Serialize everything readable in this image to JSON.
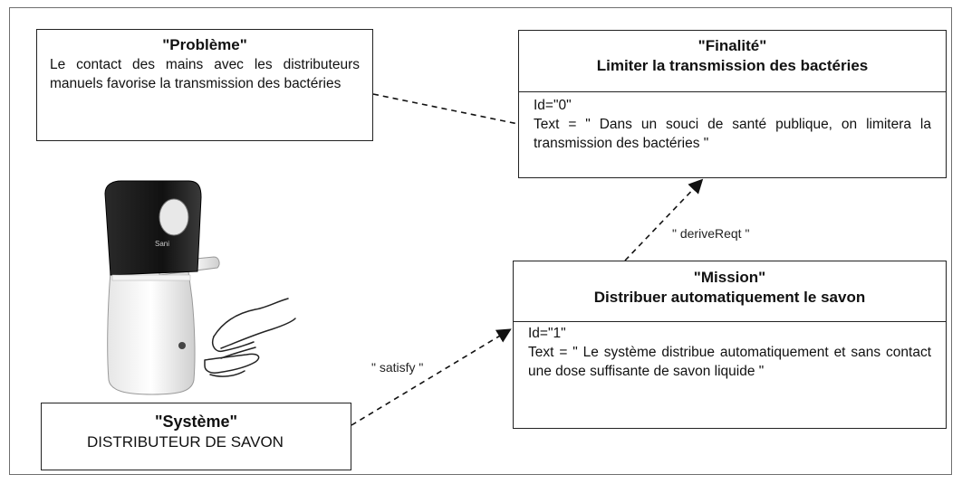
{
  "probleme": {
    "title": "\"Problème\"",
    "text": "Le contact des mains avec les distributeurs manuels favorise la transmission des bactéries"
  },
  "finalite": {
    "title": "\"Finalité\"",
    "subtitle": "Limiter la transmission des bactéries",
    "id": "Id=\"0\"",
    "text": "Text = \" Dans un souci de santé publique, on limitera la transmission des bactéries \""
  },
  "mission": {
    "title": "\"Mission\"",
    "subtitle": "Distribuer automatiquement le savon",
    "id": "Id=\"1\"",
    "text": "Text = \" Le système distribue automatiquement et sans contact une dose suffisante de savon liquide \""
  },
  "systeme": {
    "title": "\"Système\"",
    "name": "DISTRIBUTEUR DE SAVON"
  },
  "relations": {
    "satisfy": "\" satisfy \"",
    "derive": "\" deriveReqt \""
  },
  "image": {
    "brand_text": "Sani"
  }
}
